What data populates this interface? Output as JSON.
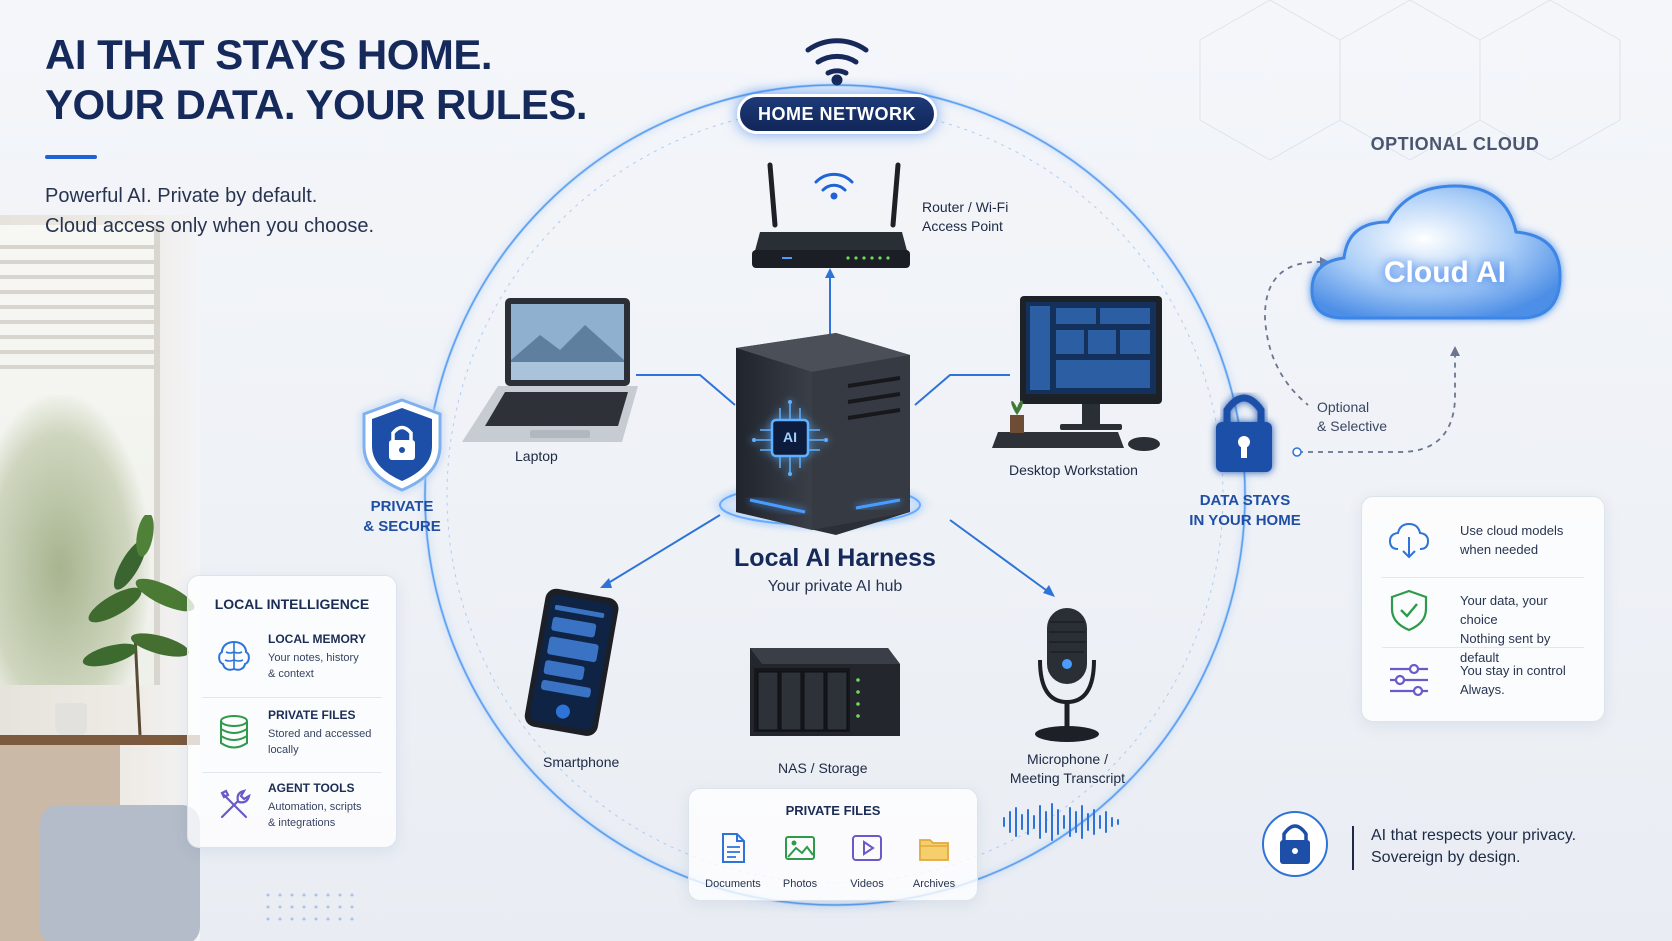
{
  "header": {
    "title_line1": "AI THAT STAYS HOME.",
    "title_line2": "YOUR DATA. YOUR RULES.",
    "subtitle_line1": "Powerful AI. Private by default.",
    "subtitle_line2": "Cloud access only when you choose."
  },
  "network": {
    "label": "HOME NETWORK"
  },
  "hub": {
    "title": "Local AI Harness",
    "subtitle": "Your private AI hub",
    "chip_label": "AI"
  },
  "devices": {
    "router_line1": "Router / Wi-Fi",
    "router_line2": "Access Point",
    "laptop": "Laptop",
    "desktop": "Desktop Workstation",
    "smartphone": "Smartphone",
    "nas": "NAS / Storage",
    "mic_line1": "Microphone /",
    "mic_line2": "Meeting Transcript"
  },
  "badges": {
    "private_line1": "PRIVATE",
    "private_line2": "& SECURE",
    "stays_line1": "DATA STAYS",
    "stays_line2": "IN YOUR HOME"
  },
  "local_intelligence": {
    "title": "LOCAL INTELLIGENCE",
    "items": [
      {
        "title": "LOCAL MEMORY",
        "desc_line1": "Your notes, history",
        "desc_line2": "& context",
        "icon": "brain-icon"
      },
      {
        "title": "PRIVATE FILES",
        "desc_line1": "Stored and accessed",
        "desc_line2": "locally",
        "icon": "database-icon"
      },
      {
        "title": "AGENT TOOLS",
        "desc_line1": "Automation, scripts",
        "desc_line2": "& integrations",
        "icon": "tools-icon"
      }
    ]
  },
  "private_files": {
    "title": "PRIVATE FILES",
    "items": [
      {
        "label": "Documents",
        "icon": "document-icon"
      },
      {
        "label": "Photos",
        "icon": "photo-icon"
      },
      {
        "label": "Videos",
        "icon": "video-icon"
      },
      {
        "label": "Archives",
        "icon": "folder-icon"
      }
    ]
  },
  "cloud": {
    "section_title": "OPTIONAL CLOUD",
    "cloud_label": "Cloud AI",
    "link_line1": "Optional",
    "link_line2": "& Selective",
    "items": [
      {
        "line1": "Use cloud models",
        "line2": "when needed",
        "icon": "cloud-download-icon"
      },
      {
        "line1": "Your data, your choice",
        "line2": "Nothing sent by default",
        "icon": "shield-check-icon"
      },
      {
        "line1": "You stay in control",
        "line2": "Always.",
        "icon": "sliders-icon"
      }
    ]
  },
  "footer": {
    "line1": "AI that respects your privacy.",
    "line2": "Sovereign by design."
  },
  "colors": {
    "navy": "#15295a",
    "accent": "#1f63d6",
    "glow": "#4a9cff"
  }
}
